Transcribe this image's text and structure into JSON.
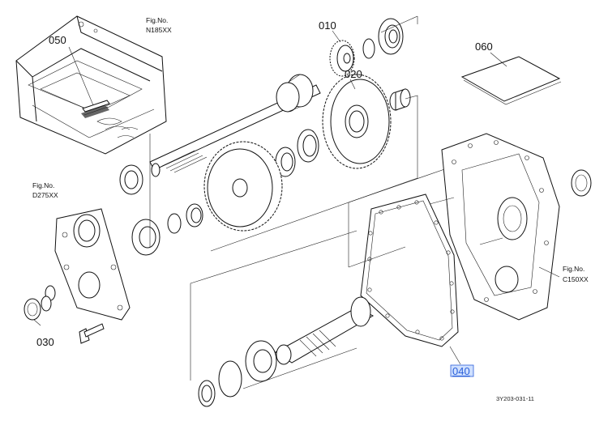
{
  "parts": {
    "p010": "010",
    "p020": "020",
    "p030": "030",
    "p040": "040",
    "p050": "050",
    "p060": "060"
  },
  "figs": {
    "n185": {
      "prefix": "Fig.No.",
      "id": "N185XX"
    },
    "d275": {
      "prefix": "Fig.No.",
      "id": "D275XX"
    },
    "c150": {
      "prefix": "Fig.No.",
      "id": "C150XX"
    }
  },
  "diagram_code": "3Y203-031-11",
  "selected_part": "040",
  "colors": {
    "highlight": "#2b5fd9",
    "highlight_bg": "#cfe0ff",
    "ink": "#111111"
  }
}
